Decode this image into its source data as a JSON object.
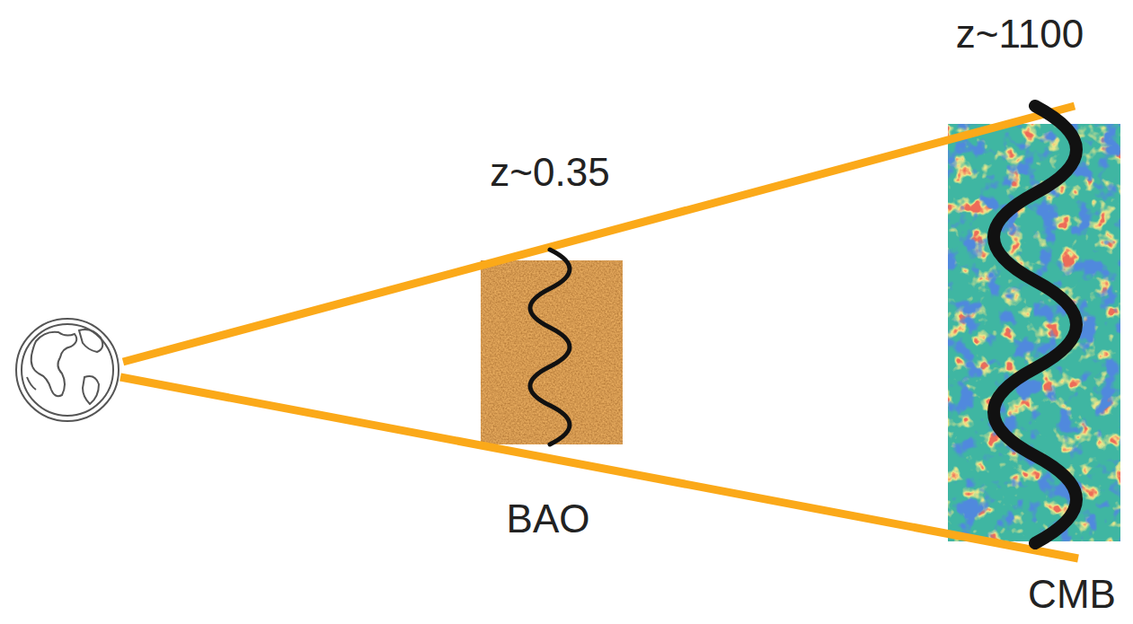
{
  "diagram": {
    "labels": [
      "z~1100",
      "z~0.35",
      "BAO",
      "CMB"
    ]
  }
}
